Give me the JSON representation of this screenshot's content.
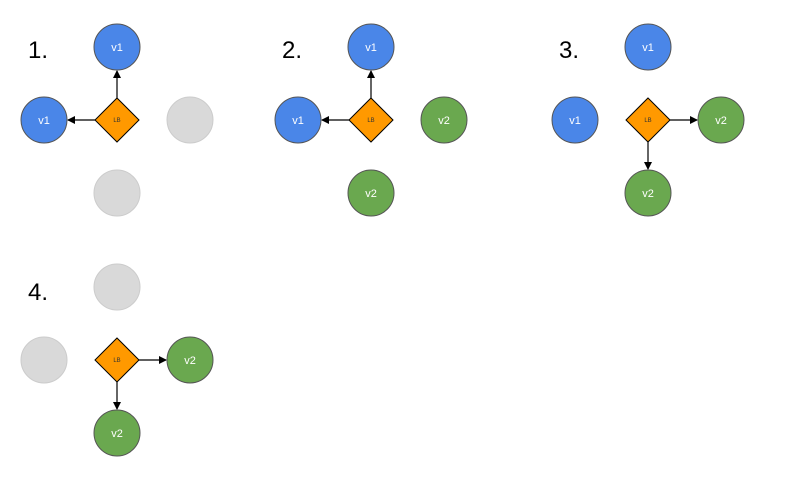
{
  "colors": {
    "v1": "#4a86e8",
    "v2": "#6aa84f",
    "empty": "#d9d9d9",
    "lb_fill": "#ff9900",
    "stroke": "#000000"
  },
  "panels": [
    {
      "step": "1.",
      "lb_label": "LB",
      "nodes": {
        "top": "v1",
        "left": "v1",
        "right": "",
        "bottom": ""
      },
      "arrows": [
        "top",
        "left"
      ]
    },
    {
      "step": "2.",
      "lb_label": "LB",
      "nodes": {
        "top": "v1",
        "left": "v1",
        "right": "v2",
        "bottom": "v2"
      },
      "arrows": [
        "top",
        "left"
      ]
    },
    {
      "step": "3.",
      "lb_label": "LB",
      "nodes": {
        "top": "v1",
        "left": "v1",
        "right": "v2",
        "bottom": "v2"
      },
      "arrows": [
        "right",
        "bottom"
      ]
    },
    {
      "step": "4.",
      "lb_label": "LB",
      "nodes": {
        "top": "",
        "left": "",
        "right": "v2",
        "bottom": "v2"
      },
      "arrows": [
        "right",
        "bottom"
      ]
    }
  ]
}
